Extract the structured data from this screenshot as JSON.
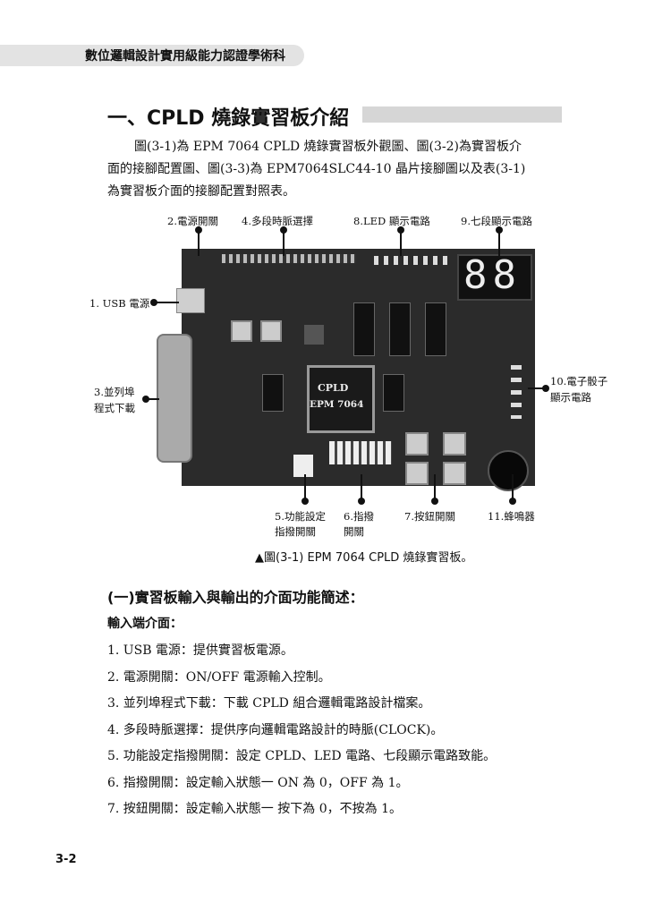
{
  "header": {
    "book_title": "數位邏輯設計實用級能力認證學術科"
  },
  "section": {
    "title": "一、CPLD 燒錄實習板介紹"
  },
  "intro": {
    "line1": "圖(3-1)為 EPM 7064 CPLD 燒錄實習板外觀圖、圖(3-2)為實習板介",
    "line2": "面的接腳配置圖、圖(3-3)為 EPM7064SLC44-10  晶片接腳圖以及表(3-1)",
    "line3": "為實習板介面的接腳配置對照表。"
  },
  "figure": {
    "callouts": {
      "c1": "1. USB 電源",
      "c2": "2.電源開關",
      "c3a": "3.並列埠",
      "c3b": "程式下載",
      "c4": "4.多段時脈選擇",
      "c5a": "5.功能設定",
      "c5b": "指撥開關",
      "c6a": "6.指撥",
      "c6b": "開關",
      "c7": "7.按鈕開關",
      "c8": "8.LED 顯示電路",
      "c9": "9.七段顯示電路",
      "c10a": "10.電子骰子",
      "c10b": "顯示電路",
      "c11": "11.蜂鳴器"
    },
    "chip_label_1": "CPLD",
    "chip_label_2": "EPM 7064",
    "seven_seg": "88",
    "caption": "▲圖(3-1)   EPM 7064 CPLD  燒錄實習板。"
  },
  "subsection": {
    "title": "(一)實習板輸入與輸出的介面功能簡述：",
    "input_heading": "輸入端介面："
  },
  "input_list": [
    "1.  USB 電源：提供實習板電源。",
    "2.  電源開關：ON/OFF 電源輸入控制。",
    "3.  並列埠程式下載：下載 CPLD 組合邏輯電路設計檔案。",
    "4.  多段時脈選擇：提供序向邏輯電路設計的時脈(CLOCK)。",
    "5.  功能設定指撥開關：設定 CPLD、LED 電路、七段顯示電路致能。",
    "6.  指撥開關：設定輸入狀態一  ON 為 0，OFF 為 1。",
    "7.  按鈕開關：設定輸入狀態一  按下為 0，不按為 1。"
  ],
  "footer": {
    "page_number": "3-2"
  }
}
